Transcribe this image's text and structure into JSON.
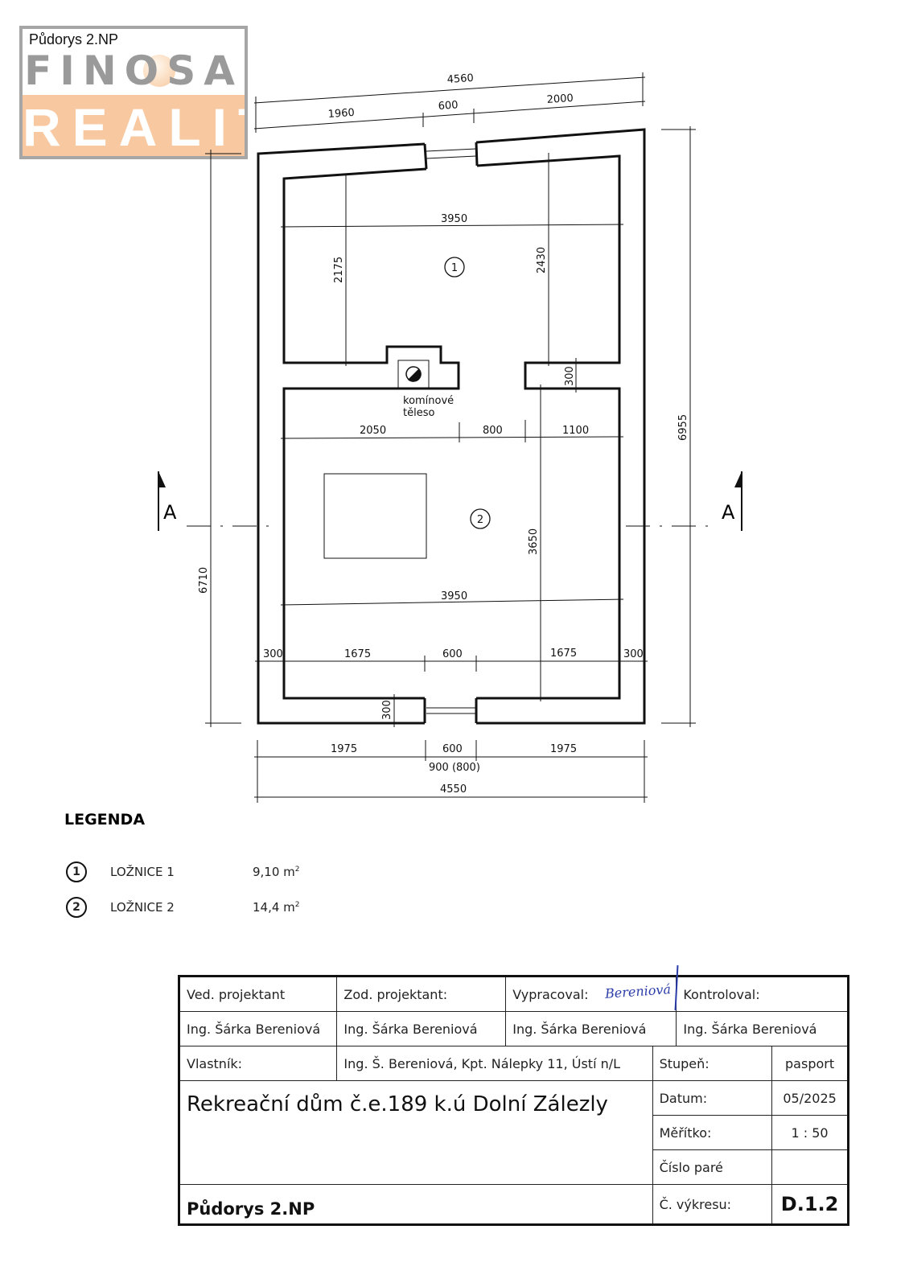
{
  "logo": {
    "brand_top": "FINOSA",
    "brand_bottom": "REALITY",
    "overlay_title": "Půdorys 2.NP"
  },
  "plan": {
    "rooms": [
      {
        "number": "1"
      },
      {
        "number": "2"
      }
    ],
    "chimney_label_1": "komínové",
    "chimney_label_2": "těleso",
    "section_mark_left": "A",
    "section_mark_right": "A",
    "dims": {
      "top_total": "4560",
      "top_left": "1960",
      "top_window": "600",
      "top_right": "2000",
      "r1_width": "3950",
      "r1_left_height": "2175",
      "r1_right_height": "2430",
      "partition": "300",
      "r2_left": "2050",
      "r2_door": "800",
      "r2_right": "1100",
      "r2_height": "3650",
      "r2_width": "3950",
      "wall_left": "300",
      "seg_left": "1675",
      "window": "600",
      "seg_right": "1675",
      "wall_right": "300",
      "bottom_wall": "300",
      "bot_left": "1975",
      "bot_window": "600",
      "bot_right": "1975",
      "bot_door": "900 (800)",
      "bot_total": "4550",
      "left_height": "6710",
      "right_height": "6955"
    }
  },
  "legend": {
    "title": "LEGENDA",
    "items": [
      {
        "number": "1",
        "name": "LOŽNICE  1",
        "area": "9,10  m",
        "unit_sup": "2"
      },
      {
        "number": "2",
        "name": "LOŽNICE  2",
        "area": "14,4  m",
        "unit_sup": "2"
      }
    ]
  },
  "title_block": {
    "ved_label": "Ved.  projektant",
    "zod_label": "Zod.  projektant:",
    "vyp_label": "Vypracoval:",
    "kon_label": "Kontroloval:",
    "ved_name": "Ing.  Šárka  Bereniová",
    "zod_name": "Ing.  Šárka  Bereniová",
    "vyp_name": "Ing.  Šárka  Bereniová",
    "kon_name": "Ing.  Šárka  Bereniová",
    "owner_label": "Vlastník:",
    "owner_value": "Ing.  Š.  Bereniová,  Kpt.  Nálepky  11,  Ústí  n/L",
    "stage_label": "Stupeň:",
    "stage_value": "pasport",
    "project": "Rekreační  dům  č.e.189  k.ú  Dolní  Zálezly",
    "drawing_name": "Půdorys  2.NP",
    "date_label": "Datum:",
    "date_value": "05/2025",
    "scale_label": "Měřítko:",
    "scale_value": "1  :  50",
    "copy_label": "Číslo  paré",
    "copy_value": "",
    "drawing_no_label": "Č.  výkresu:",
    "drawing_no_value": "D.1.2",
    "signature": "Bereniová"
  }
}
